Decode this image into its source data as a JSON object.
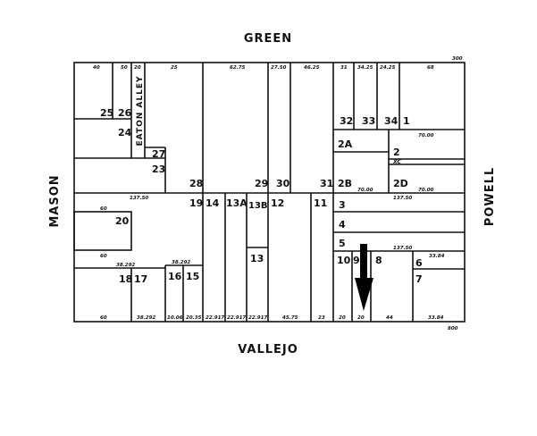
{
  "streets": {
    "north": "GREEN",
    "south": "VALLEJO",
    "west": "MASON",
    "east": "POWELL"
  },
  "alley": "EATON ALLEY",
  "lots": {
    "l25": "25",
    "l26": "26",
    "l24": "24",
    "l27": "27",
    "l23": "23",
    "l28": "28",
    "l29": "29",
    "l30": "30",
    "l31": "31",
    "l32": "32",
    "l33": "33",
    "l34": "34",
    "l1": "1",
    "l2A": "2A",
    "l2": "2",
    "l2B": "2B",
    "l2D": "2D",
    "lXC": "XC",
    "l20": "20",
    "l19": "19",
    "l14": "14",
    "l13A": "13A",
    "l13B": "13B",
    "l13": "13",
    "l12": "12",
    "l11": "11",
    "l3": "3",
    "l4": "4",
    "l5": "5",
    "l10": "10",
    "l9": "9",
    "l8": "8",
    "l6": "6",
    "l7": "7",
    "l18": "18",
    "l17": "17",
    "l16": "16",
    "l15": "15"
  },
  "dimensions": {
    "top": [
      "40",
      "50",
      "20",
      "25",
      "62.75",
      "27.50",
      "46.25",
      "31",
      "34.25",
      "24.25",
      "68"
    ],
    "bottom": [
      "60",
      "38.292",
      "10.06",
      "20.35",
      "22.917",
      "22.917",
      "22.917",
      "45.75",
      "23",
      "20",
      "20",
      "44",
      "33.84"
    ],
    "interior": [
      "137.50",
      "137.50",
      "137.50",
      "60",
      "60",
      "38.292",
      "38.292",
      "33.84",
      "70.00",
      "70.00",
      "70.00"
    ],
    "corner_ne": "300",
    "corner_se": "800"
  },
  "arrow": {
    "direction": "down",
    "color": "#000000"
  }
}
